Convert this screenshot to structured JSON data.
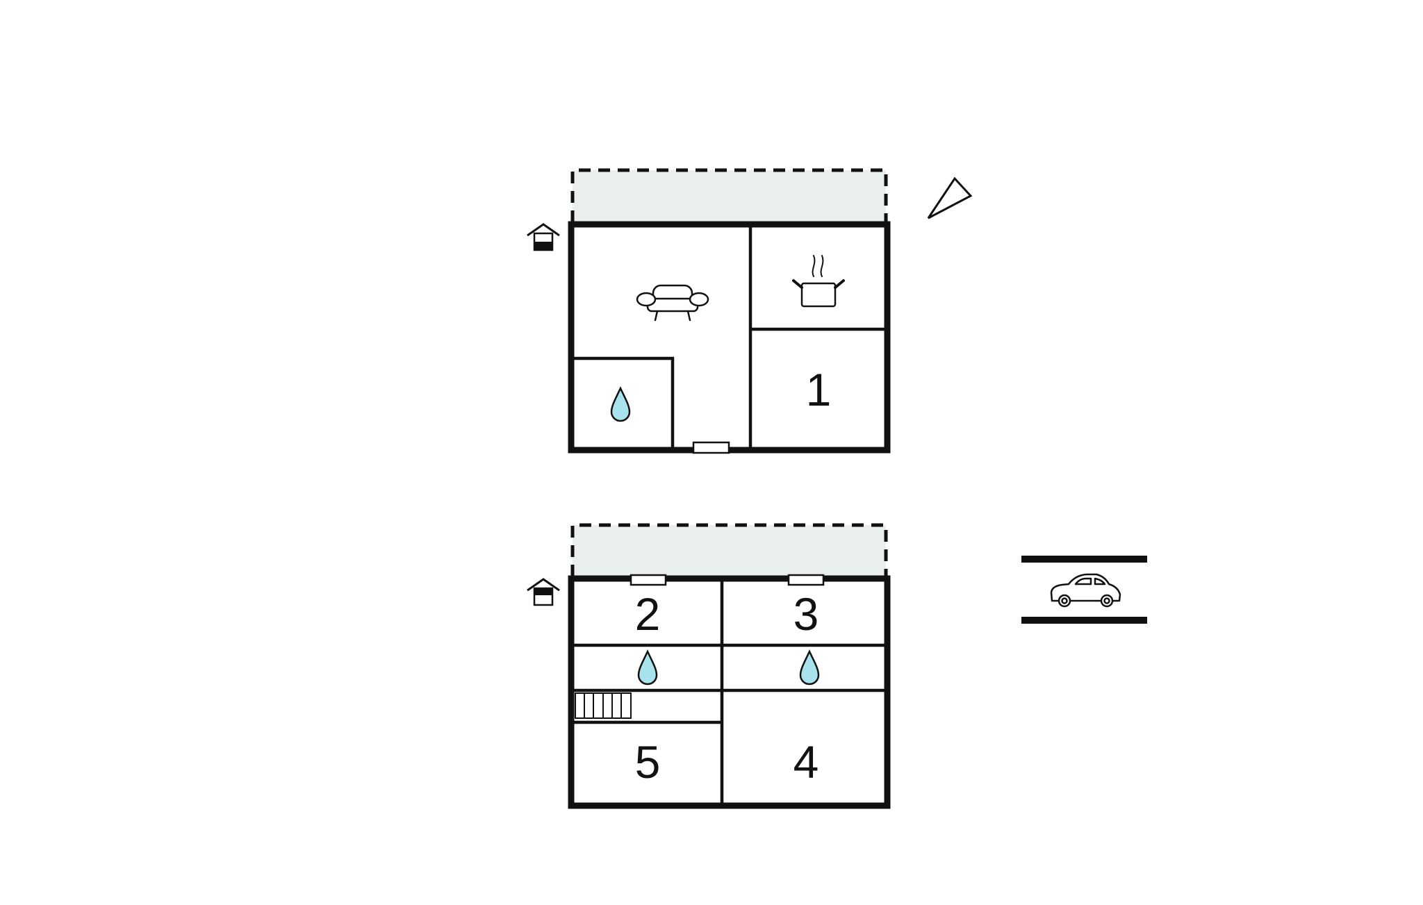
{
  "diagram": {
    "type": "floor-plan",
    "colors": {
      "wall": "#111111",
      "terrace": "#e9efef",
      "water": "#a8e2ec",
      "background": "#ffffff"
    },
    "floors": [
      {
        "id": "upper-floor",
        "rooms": [
          {
            "id": "living-room",
            "icon": "sofa-icon"
          },
          {
            "id": "kitchen",
            "icon": "cooking-pot-icon"
          },
          {
            "id": "bathroom",
            "icon": "water-drop-icon"
          },
          {
            "id": "bedroom-1",
            "number": "1"
          }
        ],
        "terrace": true,
        "entrance_icon": "house-entrance-icon"
      },
      {
        "id": "lower-floor",
        "rooms": [
          {
            "id": "bedroom-2",
            "number": "2"
          },
          {
            "id": "bedroom-3",
            "number": "3"
          },
          {
            "id": "bathroom-left",
            "icon": "water-drop-icon"
          },
          {
            "id": "bathroom-right",
            "icon": "water-drop-icon"
          },
          {
            "id": "stairs",
            "icon": "stairs-icon"
          },
          {
            "id": "bedroom-5",
            "number": "5"
          },
          {
            "id": "bedroom-4",
            "number": "4"
          }
        ],
        "terrace": true,
        "entrance_icon": "house-entrance-icon"
      }
    ],
    "compass_icon": "north-arrow-icon",
    "parking_icon": "car-parking-icon"
  }
}
